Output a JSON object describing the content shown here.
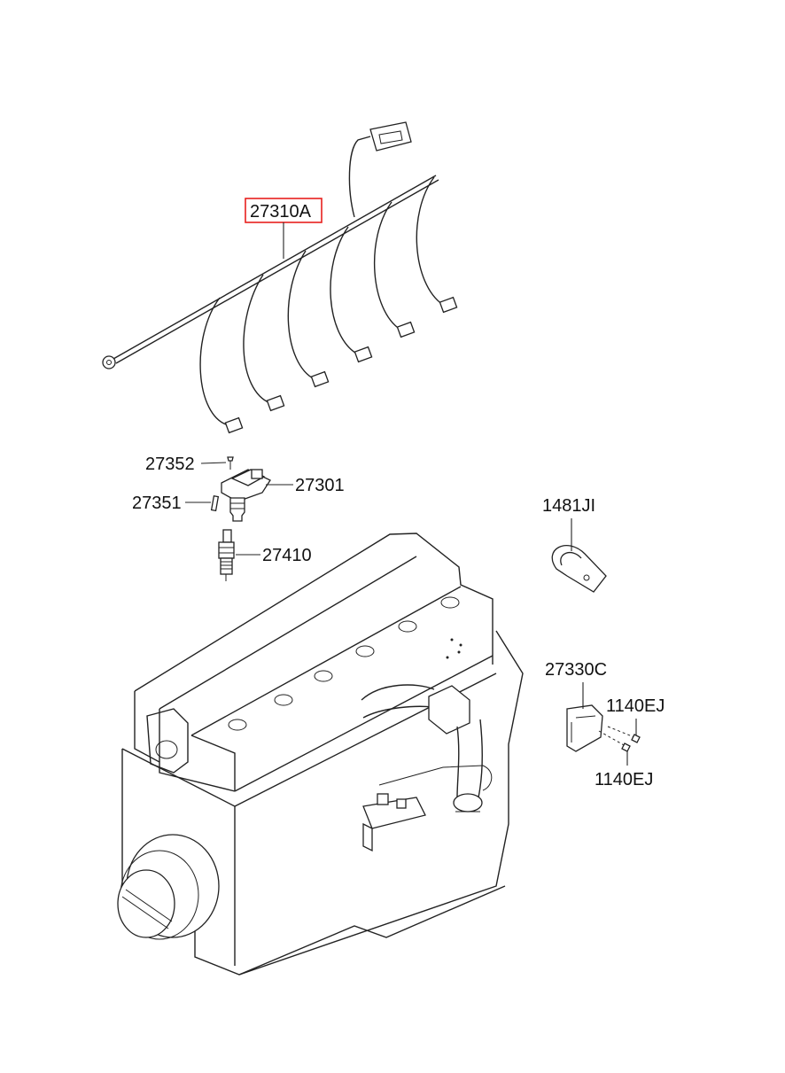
{
  "labels": {
    "harness": "27310A",
    "screw": "27352",
    "coil": "27301",
    "pin": "27351",
    "spark_plug": "27410",
    "clamp": "1481JI",
    "bracket": "27330C",
    "bolt_upper": "1140EJ",
    "bolt_lower": "1140EJ"
  },
  "highlight_color": "#e8211e"
}
